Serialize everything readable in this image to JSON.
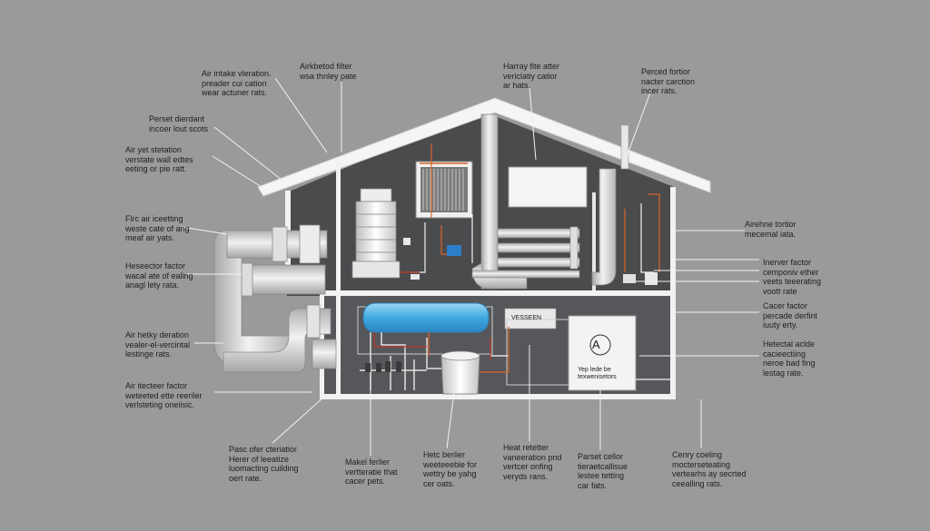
{
  "colors": {
    "background": "#999a9b",
    "house_interior": "#4c4d4f",
    "wall": "#f4f4f4",
    "pipe": "#d9d9d9",
    "tank": "#58b8ea",
    "wire_orange": "#d9652a",
    "wire_red": "#c0392b",
    "wire_blue": "#2a7fd0"
  },
  "labels": [
    {
      "lines": [
        "Air intake vleration.",
        "preader cui cation",
        "wear actuner rats."
      ]
    },
    {
      "lines": [
        "Airkbetod filter",
        "wsa thnley pate"
      ]
    },
    {
      "lines": [
        "Harray fite atter",
        "vericlatiy catior",
        "ar hats."
      ]
    },
    {
      "lines": [
        "Perced fortior",
        "nacter carction",
        "incer rats."
      ]
    },
    {
      "lines": [
        "Perset dierdant",
        "incoer lout scots"
      ]
    },
    {
      "lines": [
        "Air yet stetation",
        "verstate wall edtes",
        "eeting or pie ratt."
      ]
    },
    {
      "lines": [
        "Flrc air iceetting",
        "weste cate of ang",
        "meaf air yats."
      ]
    },
    {
      "lines": [
        "Airehne tortior",
        "mecemal iata."
      ]
    },
    {
      "lines": [
        "Heseector factor",
        "wacal ate of ealing",
        "anagl lety rata."
      ]
    },
    {
      "lines": [
        "Inerver factor",
        "cemponiv ether",
        "veets teeerating",
        "voott rate"
      ]
    },
    {
      "lines": [
        "Cacer factor",
        "percade derfint",
        "iuuty erty."
      ]
    },
    {
      "lines": [
        "Air hetky deration",
        "vealer-el-vercintal",
        "lestinge rats."
      ]
    },
    {
      "lines": [
        "Hetectal aclde",
        "cacieectiing",
        "neroe bad fing",
        "lestag rate."
      ]
    },
    {
      "lines": [
        "Air itecteer factor",
        "weteeted ette reeriler",
        "verlsteting oneiisic."
      ]
    },
    {
      "lines": [
        "Pasc ofer cteriatior",
        "Herer of leeatize",
        "luomacting cuilding",
        "oert rate."
      ]
    },
    {
      "lines": [
        "Makel ferlier",
        "vertteratie that",
        "cacer pets."
      ]
    },
    {
      "lines": [
        "Hetc berlier",
        "weeteeeble for",
        "wettry be yahg",
        "cer oats."
      ]
    },
    {
      "lines": [
        "Heat retetter",
        "vaneeration pnd",
        "vertcer onfing",
        "veryds rans."
      ]
    },
    {
      "lines": [
        "Parset cellor",
        "tieraetcallisue",
        "lestee tetting",
        "car fats."
      ]
    },
    {
      "lines": [
        "Cenry coeling",
        "mocterseteating",
        "vertearhs ay secrted",
        "ceealling rats."
      ]
    }
  ],
  "control_panel": {
    "badge": "A",
    "line1": "Yep lede be",
    "line2": "texwenisetors"
  },
  "inline_label": "VESSEEN"
}
